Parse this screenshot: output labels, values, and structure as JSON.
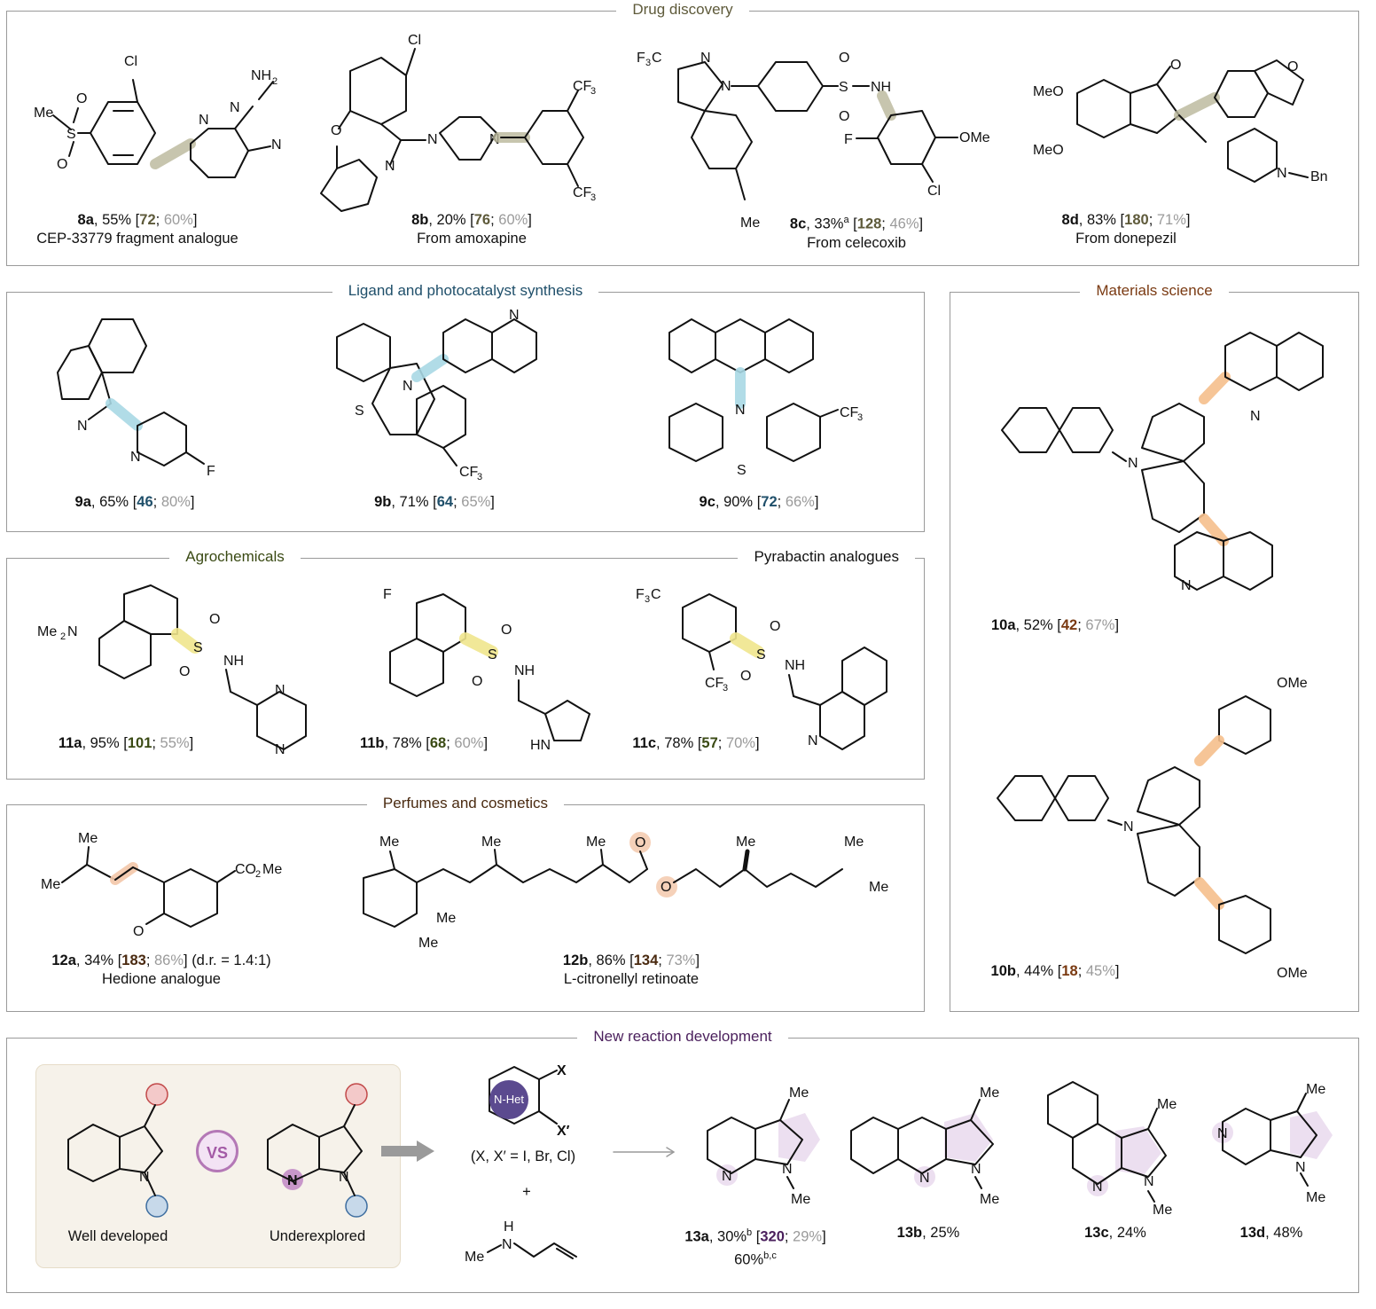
{
  "colors": {
    "drug": "#b9b69a",
    "ligand": "#a9d8e4",
    "agro": "#efe58d",
    "perfume": "#f3c6a8",
    "materials": "#f5bf8c",
    "newrxn": "#e7cfe9"
  },
  "panels": {
    "drug": "Drug discovery",
    "ligand": "Ligand and photocatalyst synthesis",
    "materials": "Materials science",
    "agro": "Agrochemicals",
    "pyrabactin": "Pyrabactin analogues",
    "perfume": "Perfumes and cosmetics",
    "newrxn": "New reaction development"
  },
  "compounds": {
    "c8a": {
      "id": "8a",
      "yield": ", 55% [",
      "n1": "72",
      "n2": "60%",
      "close": "]",
      "note": "CEP-33779 fragment analogue"
    },
    "c8b": {
      "id": "8b",
      "yield": ", 20% [",
      "n1": "76",
      "n2": "60%",
      "close": "]",
      "note": "From amoxapine"
    },
    "c8c": {
      "id": "8c",
      "yield": ", 33%",
      "sup": "a",
      "yield2": " [",
      "n1": "128",
      "n2": "46%",
      "close": "]",
      "note": "From celecoxib"
    },
    "c8d": {
      "id": "8d",
      "yield": ", 83% [",
      "n1": "180",
      "n2": "71%",
      "close": "]",
      "note": "From donepezil"
    },
    "c9a": {
      "id": "9a",
      "yield": ", 65% [",
      "n1": "46",
      "n2": "80%",
      "close": "]"
    },
    "c9b": {
      "id": "9b",
      "yield": ", 71% [",
      "n1": "64",
      "n2": "65%",
      "close": "]"
    },
    "c9c": {
      "id": "9c",
      "yield": ", 90% [",
      "n1": "72",
      "n2": "66%",
      "close": "]"
    },
    "c10a": {
      "id": "10a",
      "yield": ", 52% [",
      "n1": "42",
      "n2": "67%",
      "close": "]"
    },
    "c10b": {
      "id": "10b",
      "yield": ", 44% [",
      "n1": "18",
      "n2": "45%",
      "close": "]"
    },
    "c11a": {
      "id": "11a",
      "yield": ", 95% [",
      "n1": "101",
      "n2": "55%",
      "close": "]"
    },
    "c11b": {
      "id": "11b",
      "yield": ", 78% [",
      "n1": "68",
      "n2": "60%",
      "close": "]"
    },
    "c11c": {
      "id": "11c",
      "yield": ", 78% [",
      "n1": "57",
      "n2": "70%",
      "close": "]"
    },
    "c12a": {
      "id": "12a",
      "yield": ", 34% [",
      "n1": "183",
      "n2": "86%",
      "close": "] (d.r. = 1.4:1)",
      "note": "Hedione analogue"
    },
    "c12b": {
      "id": "12b",
      "yield": ", 86% [",
      "n1": "134",
      "n2": "73%",
      "close": "]",
      "note": "L-citronellyl retinoate"
    },
    "c13a": {
      "id": "13a",
      "yield": ", 30%",
      "sup": "b",
      "yield2": " [",
      "n1": "320",
      "n2": "29%",
      "close": "]",
      "line2": "60%",
      "sup2": "b,c"
    },
    "c13b": {
      "id": "13b",
      "yield": ", 25%"
    },
    "c13c": {
      "id": "13c",
      "yield": ", 24%"
    },
    "c13d": {
      "id": "13d",
      "yield": ", 48%"
    }
  },
  "newrxn": {
    "well": "Well developed",
    "under": "Underexplored",
    "vs": "VS",
    "nhet": "N-Het",
    "halides": "(X, X′ = I, Br, Cl)",
    "plus": "+"
  },
  "atoms": {
    "Me": "Me",
    "Cl": "Cl",
    "NH2": "NH",
    "sub2": "2",
    "N": "N",
    "O": "O",
    "S": "S",
    "F": "F",
    "OMe": "OMe",
    "MeO": "MeO",
    "Bn": "Bn",
    "NH": "NH",
    "HN": "HN",
    "CF3": "CF",
    "F3C": "F",
    "sub3": "3",
    "Me2N": "Me",
    "CO2Me": "CO",
    "X": "X",
    "Xp": "X′",
    "H": "H"
  }
}
